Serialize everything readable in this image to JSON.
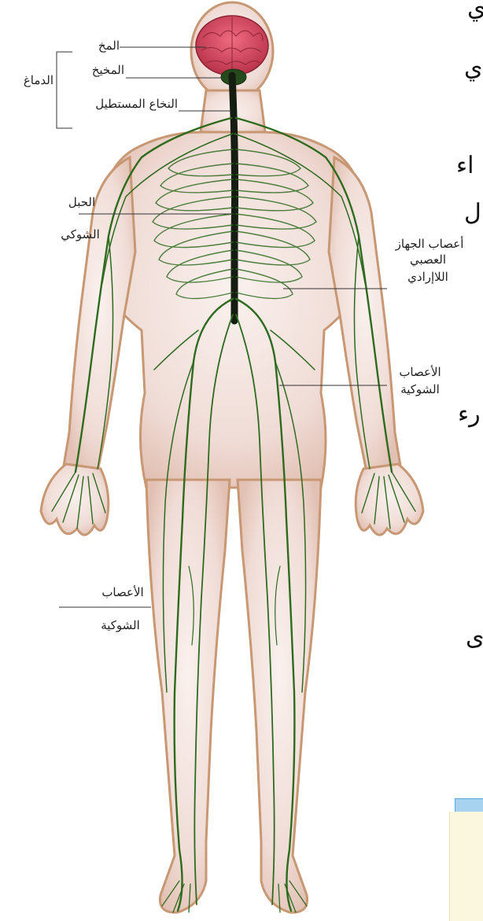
{
  "labels": {
    "cerebrum": "المخ",
    "cerebellum": "المخيخ",
    "medulla": "النخاع المستطيل",
    "brain": "الدماغ",
    "spinal_cord_1": "الحبل",
    "spinal_cord_2": "الشوكي",
    "autonomic_1": "أعصاب الجهاز",
    "autonomic_2": "العصبي",
    "autonomic_3": "اللاإرادي",
    "spinal_nerves_right_1": "الأعصاب",
    "spinal_nerves_right_2": "الشوكية",
    "spinal_nerves_left_1": "الأعصاب",
    "spinal_nerves_left_2": "الشوكية"
  },
  "edge_text": [
    "ي",
    "ي",
    "اء",
    "ل",
    "رء",
    "ى"
  ],
  "colors": {
    "skin": "#f1dcd4",
    "skin_outline": "#c79873",
    "nerve": "#2f6b1f",
    "spine": "#151d12",
    "brain": "#d9556a",
    "info_box_header": "#a8d3f0",
    "info_box_body": "#fbf6de"
  }
}
